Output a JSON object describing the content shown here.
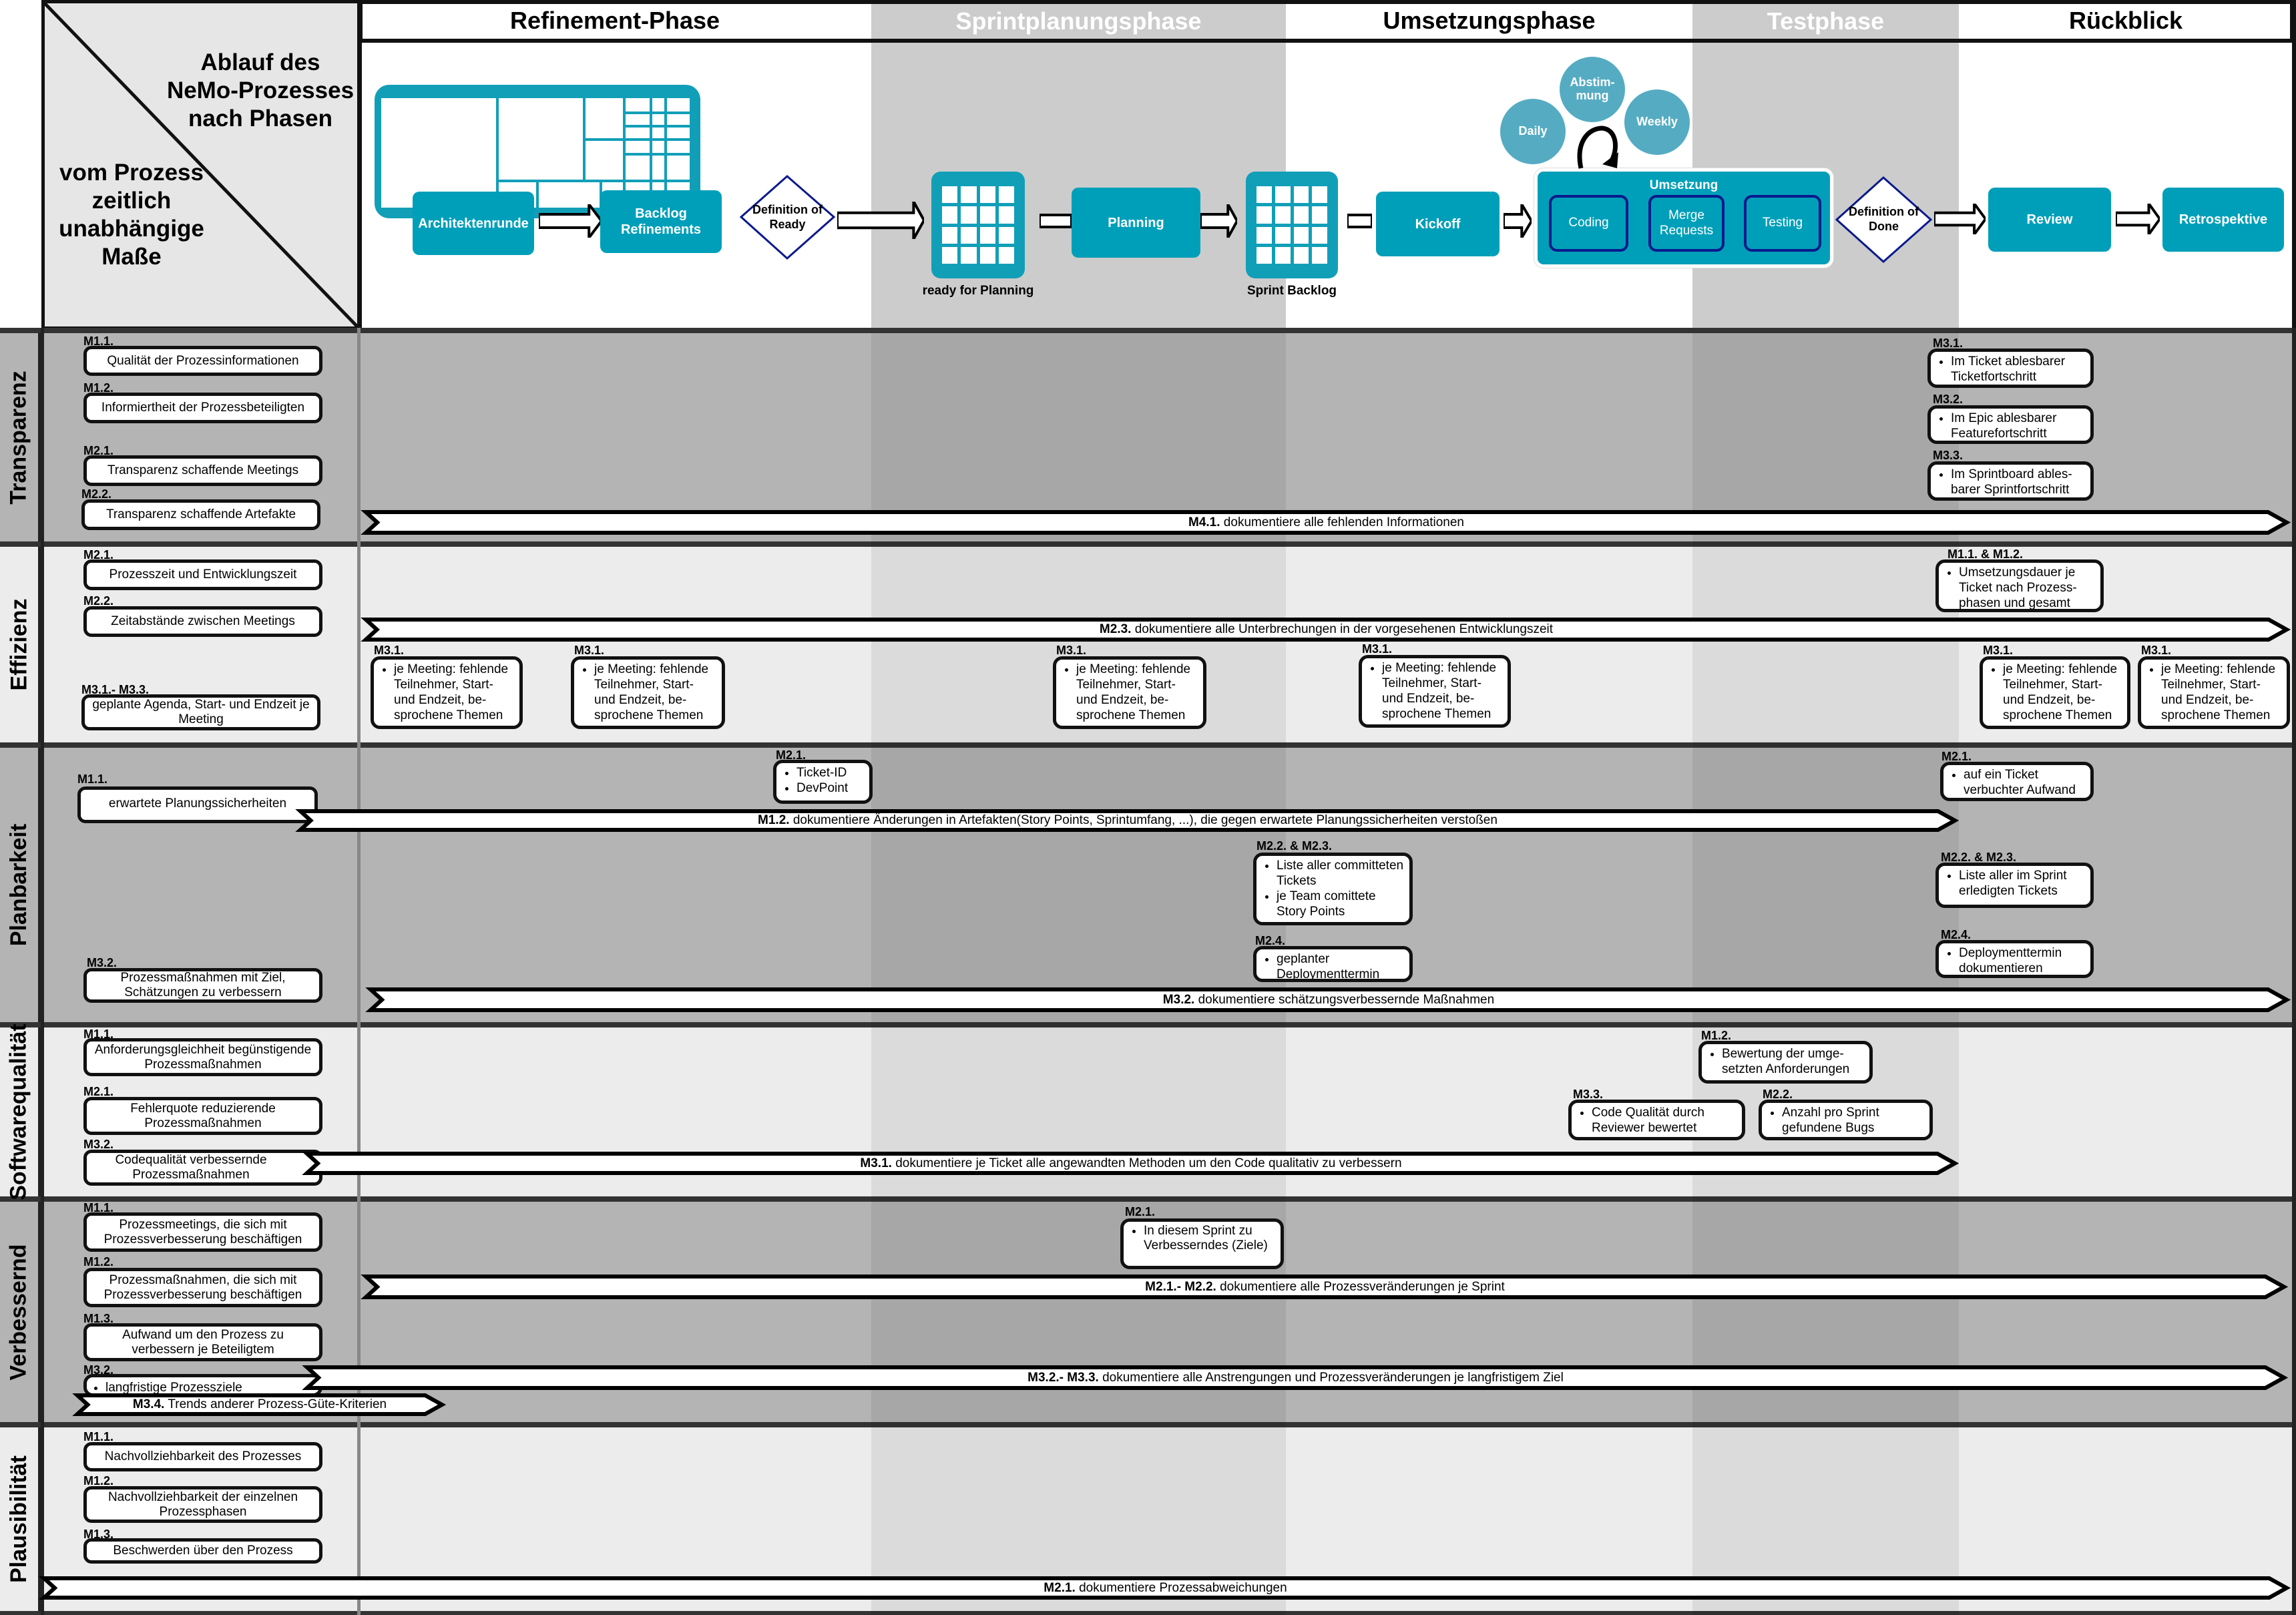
{
  "header": {
    "corner_title": "Ablauf des NeMo-Prozesses nach Phasen",
    "corner_subtitle": "vom Prozess zeitlich unabhängige Maße",
    "phases": [
      "Refinement-Phase",
      "Sprintplanungsphase",
      "Umsetzungsphase",
      "Testphase",
      "Rückblick"
    ]
  },
  "process": {
    "architektenrunde": "Architektenrunde",
    "backlog_refinements": "Backlog Refinements",
    "definition_of_ready": "Definition of Ready",
    "ready_for_planning": "ready for Planning",
    "planning": "Planning",
    "sprint_backlog": "Sprint Backlog",
    "kickoff": "Kickoff",
    "umsetzung": "Umsetzung",
    "coding": "Coding",
    "merge_requests": "Merge Requests",
    "testing": "Testing",
    "daily": "Daily",
    "abstimmung": "Abstim-mung",
    "weekly": "Weekly",
    "definition_of_done": "Definition of Done",
    "review": "Review",
    "retrospektive": "Retrospektive"
  },
  "rows": [
    {
      "title": "Transparenz",
      "metrics": [
        {
          "label": "M1.1.",
          "text": "Qualität der Prozessinformationen"
        },
        {
          "label": "M1.2.",
          "text": "Informiertheit der Prozessbeteiligten"
        },
        {
          "label": "M2.1.",
          "text": "Transparenz schaffende Meetings"
        },
        {
          "label": "M2.2.",
          "text": "Transparenz schaffende Artefakte"
        }
      ],
      "notes": [
        {
          "label": "M3.1.",
          "bullets": [
            "Im Ticket ablesbarer Ticketfortschritt"
          ]
        },
        {
          "label": "M3.2.",
          "bullets": [
            "Im Epic ablesbarer Featurefortschritt"
          ]
        },
        {
          "label": "M3.3.",
          "bullets": [
            "Im Sprintboard ables-barer Sprintfortschritt"
          ]
        }
      ],
      "bands": [
        {
          "code": "M4.1.",
          "text": " dokumentiere alle fehlenden Informationen"
        }
      ]
    },
    {
      "title": "Effizienz",
      "metrics": [
        {
          "label": "M2.1.",
          "text": "Prozesszeit und Entwicklungszeit"
        },
        {
          "label": "M2.2.",
          "text": "Zeitabstände zwischen Meetings"
        },
        {
          "label": "M3.1.- M3.3.",
          "text": "geplante Agenda, Start- und Endzeit je Meeting"
        }
      ],
      "notes": [
        {
          "label": "M1.1. & M1.2.",
          "bullets": [
            "Umsetzungsdauer je Ticket nach Prozess-phasen und gesamt"
          ]
        },
        {
          "label": "M3.1.",
          "bullets": [
            "je Meeting: fehlende Teilnehmer, Start- und Endzeit, be-sprochene Themen"
          ]
        }
      ],
      "bands": [
        {
          "code": "M2.3.",
          "text": " dokumentiere alle Unterbrechungen in der vorgesehenen Entwicklungszeit"
        }
      ]
    },
    {
      "title": "Planbarkeit",
      "metrics": [
        {
          "label": "M1.1.",
          "text": "erwartete Planungssicherheiten"
        },
        {
          "label": "M3.2.",
          "text": "Prozessmaßnahmen mit Ziel, Schätzungen zu verbessern"
        }
      ],
      "notes": [
        {
          "label": "M2.1.",
          "bullets": [
            "Ticket-ID",
            "DevPoint"
          ]
        },
        {
          "label": "M2.1.",
          "bullets": [
            "auf ein Ticket verbuchter Aufwand"
          ]
        },
        {
          "label": "M2.2. & M2.3.",
          "bullets": [
            "Liste aller committeten Tickets",
            "je Team comittete Story Points"
          ]
        },
        {
          "label": "M2.4.",
          "bullets": [
            "geplanter Deploymenttermin"
          ]
        },
        {
          "label": "M2.2. & M2.3.",
          "bullets": [
            "Liste aller im Sprint erledigten Tickets"
          ]
        },
        {
          "label": "M2.4.",
          "bullets": [
            "Deploymenttermin dokumentieren"
          ]
        }
      ],
      "bands": [
        {
          "code": "M1.2.",
          "text": " dokumentiere Änderungen in Artefakten(Story Points, Sprintumfang, ...), die gegen erwartete Planungssicherheiten verstoßen"
        },
        {
          "code": "M3.2.",
          "text": " dokumentiere schätzungsverbessernde Maßnahmen"
        }
      ]
    },
    {
      "title": "Softwarequalität",
      "metrics": [
        {
          "label": "M1.1.",
          "text": "Anforderungsgleichheit begünstigende Prozessmaßnahmen"
        },
        {
          "label": "M2.1.",
          "text": "Fehlerquote reduzierende Prozessmaßnahmen"
        },
        {
          "label": "M3.2.",
          "text": "Codequalität verbessernde Prozessmaßnahmen"
        }
      ],
      "notes": [
        {
          "label": "M1.2.",
          "bullets": [
            "Bewertung der umge-setzten Anforderungen"
          ]
        },
        {
          "label": "M3.3.",
          "bullets": [
            "Code Qualität durch Reviewer bewertet"
          ]
        },
        {
          "label": "M2.2.",
          "bullets": [
            "Anzahl pro Sprint gefundene Bugs"
          ]
        }
      ],
      "bands": [
        {
          "code": "M3.1.",
          "text": " dokumentiere je Ticket alle angewandten Methoden um den Code qualitativ zu verbessern"
        }
      ]
    },
    {
      "title": "Verbessernd",
      "metrics": [
        {
          "label": "M1.1.",
          "text": "Prozessmeetings, die sich mit Prozessverbesserung beschäftigen"
        },
        {
          "label": "M1.2.",
          "text": "Prozessmaßnahmen, die sich mit Prozessverbesserung beschäftigen"
        },
        {
          "label": "M1.3.",
          "text": "Aufwand um den Prozess zu verbessern je Beteiligtem"
        },
        {
          "label": "M3.2.",
          "text": "langfristige Prozessziele"
        }
      ],
      "notes": [
        {
          "label": "M2.1.",
          "bullets": [
            "In diesem Sprint zu Verbesserndes (Ziele)"
          ]
        }
      ],
      "bands": [
        {
          "code": "M2.1.- M2.2.",
          "text": " dokumentiere alle Prozessveränderungen je Sprint"
        },
        {
          "code": "M3.2.- M3.3.",
          "text": " dokumentiere alle Anstrengungen und Prozessveränderungen je langfristigem Ziel"
        },
        {
          "code": "M3.4.",
          "text": " Trends anderer Prozess-Güte-Kriterien"
        }
      ]
    },
    {
      "title": "Plausibilität",
      "metrics": [
        {
          "label": "M1.1.",
          "text": "Nachvollziehbarkeit des Prozesses"
        },
        {
          "label": "M1.2.",
          "text": "Nachvollziehbarkeit der einzelnen Prozessphasen"
        },
        {
          "label": "M1.3.",
          "text": "Beschwerden über den Prozess"
        }
      ],
      "notes": [],
      "bands": [
        {
          "code": "M2.1.",
          "text": " dokumentiere Prozessabweichungen"
        }
      ]
    }
  ],
  "colors": {
    "teal": "#009fb9",
    "teal_light": "#55acc2",
    "navy": "#0a1a8c",
    "row_dark": "#b4b4b4",
    "row_light": "#ececec"
  }
}
